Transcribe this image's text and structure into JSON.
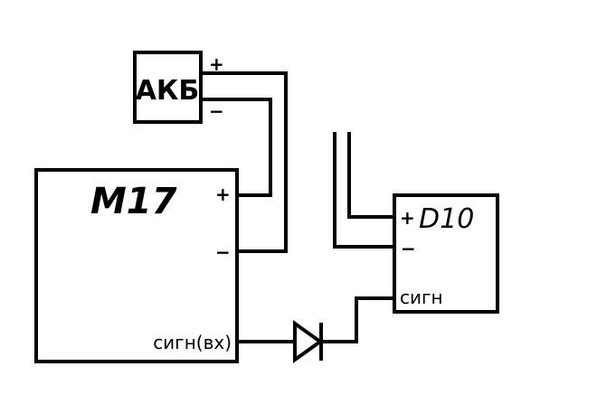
{
  "battery": {
    "label": "АКБ",
    "plus": "+",
    "minus": "−"
  },
  "module_m17": {
    "label": "M17",
    "plus": "+",
    "minus": "−",
    "signal": "сигн(вх)"
  },
  "module_d10": {
    "label": "D10",
    "plus": "+",
    "minus": "−",
    "signal": "сигн"
  }
}
